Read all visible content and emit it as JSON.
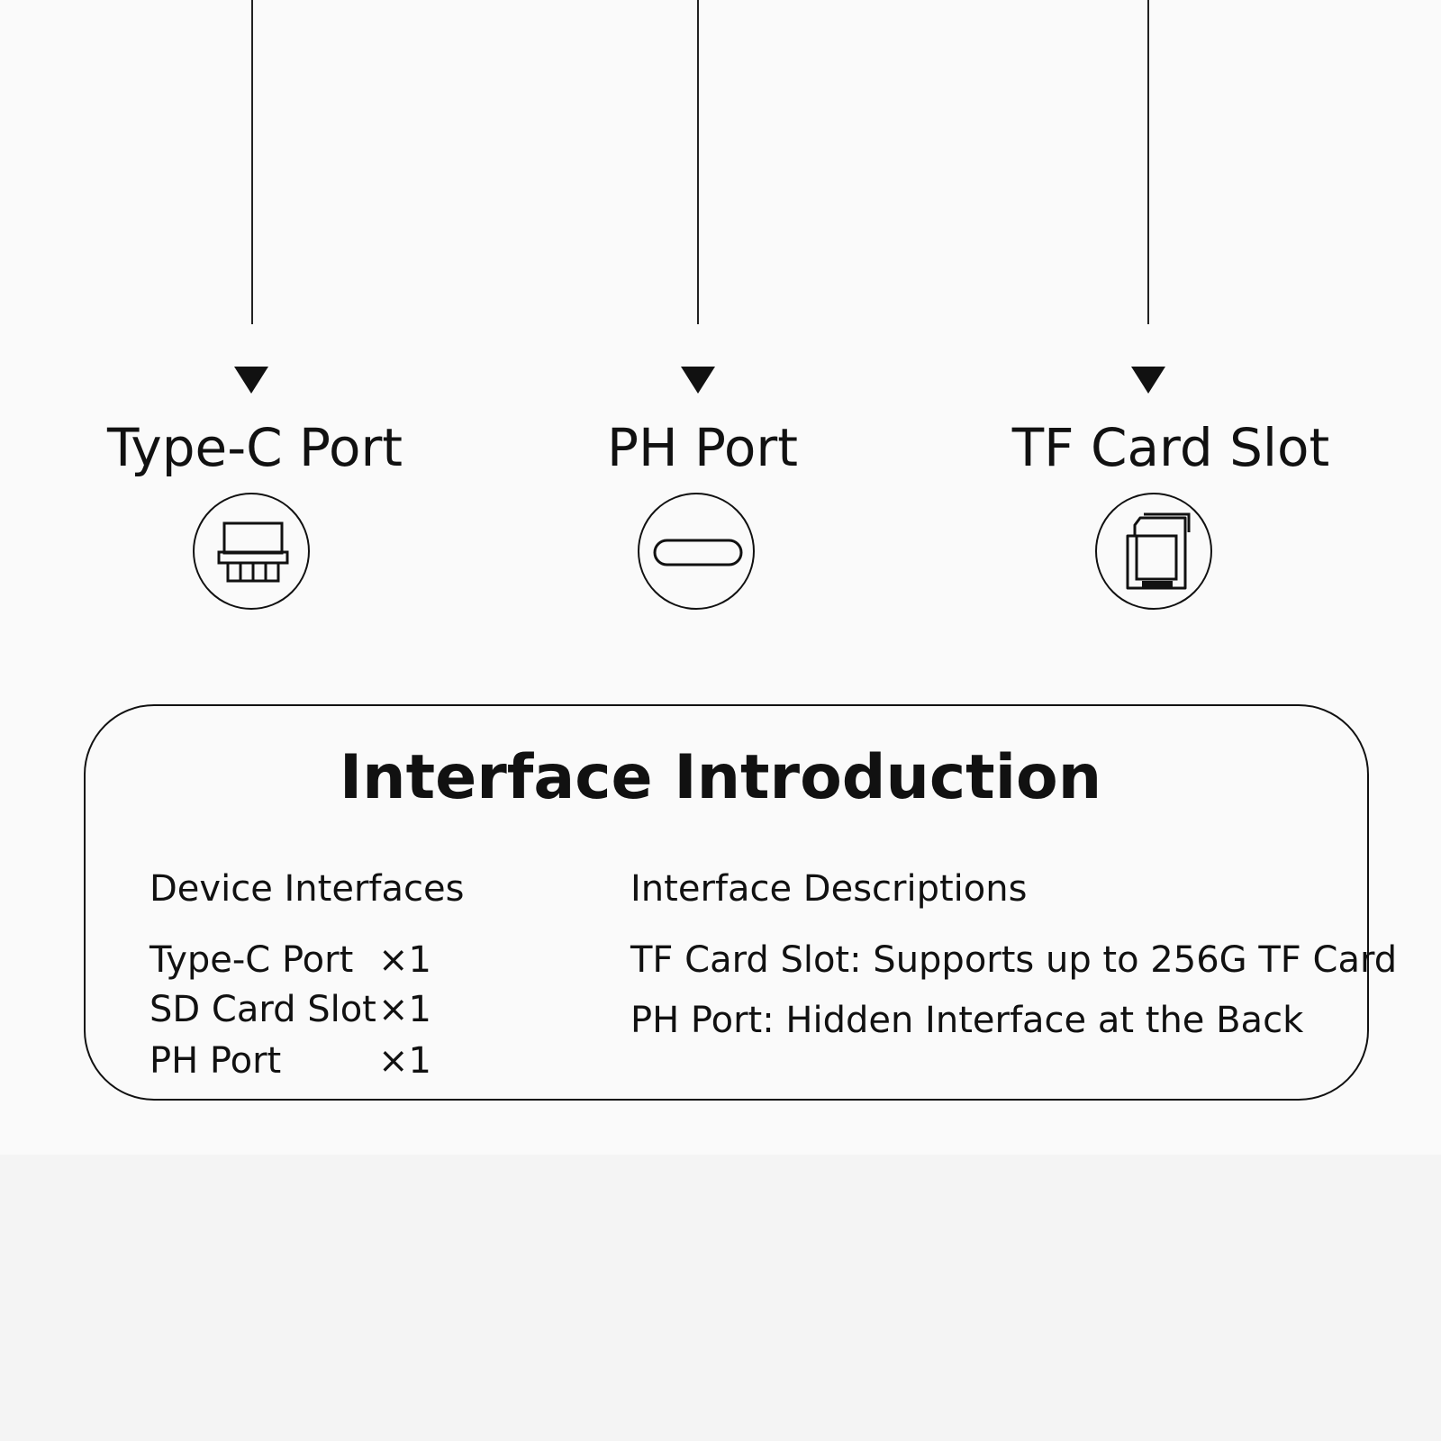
{
  "ports": [
    {
      "label": "Type-C Port",
      "icon": "usb-connector-icon"
    },
    {
      "label": "PH Port",
      "icon": "oval-slot-icon"
    },
    {
      "label": "TF Card Slot",
      "icon": "sd-card-icon"
    }
  ],
  "info": {
    "title": "Interface Introduction",
    "device_heading": "Device Interfaces",
    "desc_heading": "Interface Descriptions",
    "devices": [
      {
        "name": "Type-C Port",
        "qty": "×1"
      },
      {
        "name": "SD Card Slot",
        "qty": "×1"
      },
      {
        "name": "PH Port",
        "qty": "×1"
      }
    ],
    "descriptions": [
      "TF Card Slot: Supports up to 256G TF Card",
      "PH Port: Hidden Interface at the Back"
    ]
  }
}
